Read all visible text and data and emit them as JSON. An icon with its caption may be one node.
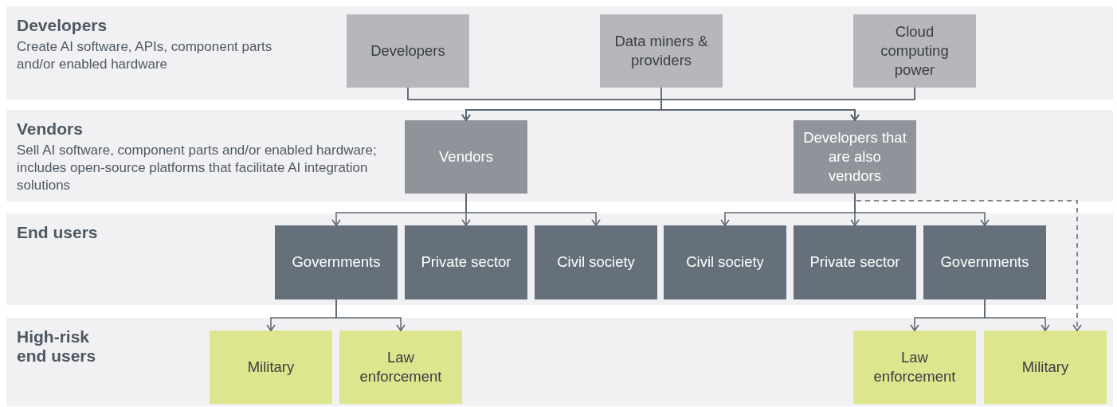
{
  "diagram": {
    "nodes": [
      {
        "text": [
          "Developers",
          "Create AI software, APIs, component parts and/or enabled hardware"
        ]
      },
      {
        "text": [
          "Developers"
        ],
        "in": 0
      },
      {
        "text": [
          "Data miners & providers"
        ],
        "in": 0
      },
      {
        "text": [
          "Cloud computing power"
        ],
        "in": 0
      },
      {
        "text": [
          "Vendors",
          "Sell AI software, component parts and/or enabled hardware; includes open-source platforms that facilitate AI integration solutions"
        ]
      },
      {
        "text": [
          "Vendors"
        ],
        "in": 4
      },
      {
        "text": [
          "Developers that are also vendors"
        ],
        "in": 4
      },
      {
        "text": [
          "End users"
        ]
      },
      {
        "text": [
          "Governments"
        ],
        "in": 7
      },
      {
        "text": [
          "Private sector"
        ],
        "in": 7
      },
      {
        "text": [
          "Civil society"
        ],
        "in": 7
      },
      {
        "text": [
          "Civil society"
        ],
        "in": 7
      },
      {
        "text": [
          "Private sector"
        ],
        "in": 7
      },
      {
        "text": [
          "Governments"
        ],
        "in": 7
      },
      {
        "text": [
          "High-risk end users"
        ]
      },
      {
        "text": [
          "Military"
        ],
        "in": 14
      },
      {
        "text": [
          "Law enforcement"
        ],
        "in": 14
      },
      {
        "text": [
          "Law enforcement"
        ],
        "in": 14
      },
      {
        "text": [
          "Military"
        ],
        "in": 14
      }
    ],
    "edges": [
      {
        "from": 1,
        "to": 5,
        "arrow": "to"
      },
      {
        "from": 1,
        "to": 6,
        "arrow": "to"
      },
      {
        "from": 2,
        "to": 5,
        "arrow": "to"
      },
      {
        "from": 2,
        "to": 6,
        "arrow": "to"
      },
      {
        "from": 3,
        "to": 5,
        "arrow": "to"
      },
      {
        "from": 3,
        "to": 6,
        "arrow": "to"
      },
      {
        "from": 5,
        "to": 8,
        "arrow": "to"
      },
      {
        "from": 5,
        "to": 9,
        "arrow": "to"
      },
      {
        "from": 5,
        "to": 10,
        "arrow": "to"
      },
      {
        "from": 6,
        "to": 11,
        "arrow": "to"
      },
      {
        "from": 6,
        "to": 12,
        "arrow": "to"
      },
      {
        "from": 6,
        "to": 13,
        "arrow": "to"
      },
      {
        "from": 6,
        "to": 18,
        "arrow": "to",
        "style": "dashed"
      },
      {
        "from": 8,
        "to": 15,
        "arrow": "to"
      },
      {
        "from": 8,
        "to": 16,
        "arrow": "to"
      },
      {
        "from": 13,
        "to": 17,
        "arrow": "to"
      },
      {
        "from": 13,
        "to": 18,
        "arrow": "to"
      }
    ]
  }
}
